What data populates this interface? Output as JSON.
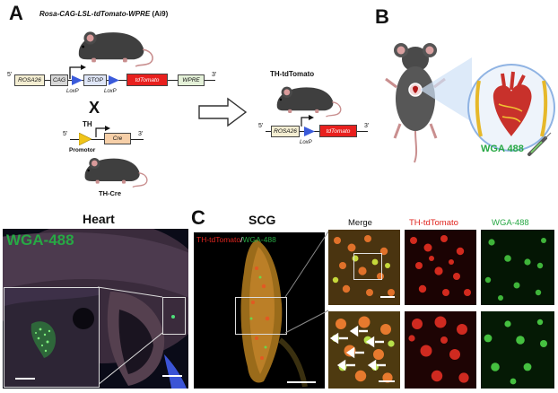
{
  "panels": {
    "a": "A",
    "b": "B",
    "c": "C"
  },
  "panel_a": {
    "title": "Rosa-CAG-LSL-tdTomato-WPRE",
    "title_suffix": "(Ai9)",
    "five_prime": "5'",
    "three_prime": "3'",
    "elements": [
      "ROSA26",
      "CAG",
      "STOP",
      "tdTomato",
      "WPRE"
    ],
    "loxp": "LoxP",
    "cross": "X",
    "th_label": "TH",
    "cre": "Cre",
    "promotor": "Promotor",
    "th_cre": "TH-Cre",
    "result_title": "TH-tdTomato",
    "result_elements": [
      "ROSA26",
      "tdTomato"
    ]
  },
  "panel_b": {
    "tracer": "WGA 488"
  },
  "panel_heart": {
    "title": "Heart",
    "stain": "WGA-488"
  },
  "panel_c": {
    "title": "SCG",
    "stain_red": "TH-tdTomato",
    "stain_sep": "/",
    "stain_green": "WGA-488",
    "col_merge": "Merge",
    "col_red": "TH-tdTomato",
    "col_green": "WGA-488"
  },
  "colors": {
    "tdTomato": "#e8201e",
    "green_label": "#27a844",
    "red_label": "#e0251f",
    "loxp": "#3b5bdb",
    "rosa": "#f4eed2",
    "cre": "#f6cfa8",
    "th_promotor": "#f0c419",
    "wpre": "#e4f1d8",
    "cag": "#d8d8d8"
  }
}
